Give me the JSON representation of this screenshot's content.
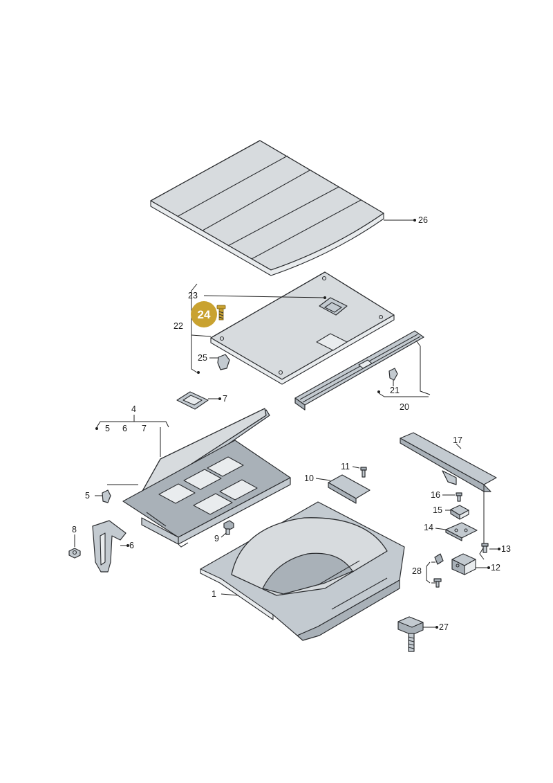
{
  "diagram": {
    "highlighted_part": "24",
    "labels": {
      "l1": "1",
      "l4": "4",
      "l5a": "5",
      "l6a": "6",
      "l7a": "7",
      "l5": "5",
      "l6": "6",
      "l7": "7",
      "l8": "8",
      "l9": "9",
      "l10": "10",
      "l11": "11",
      "l12": "12",
      "l13": "13",
      "l14": "14",
      "l15": "15",
      "l16": "16",
      "l17": "17",
      "l20": "20",
      "l21": "21",
      "l22": "22",
      "l23": "23",
      "l24": "24",
      "l25": "25",
      "l26": "26",
      "l27": "27",
      "l28": "28"
    },
    "colors": {
      "highlight": "#c9a230"
    }
  }
}
